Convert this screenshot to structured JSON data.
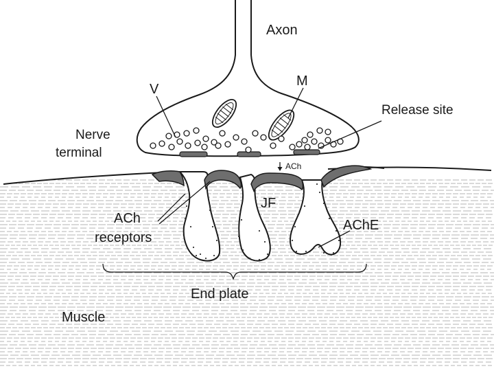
{
  "labels": {
    "axon": "Axon",
    "vesicle": "V",
    "mitochondrion": "M",
    "release_site": "Release site",
    "nerve_terminal_line1": "Nerve",
    "nerve_terminal_line2": "terminal",
    "ach": "ACh",
    "junctional_fold": "JF",
    "ach_receptors_line1": "ACh",
    "ach_receptors_line2": "receptors",
    "ache": "AChE",
    "end_plate": "End plate",
    "muscle": "Muscle"
  },
  "colors": {
    "ink": "#1a1a1a",
    "receptor_band": "#6e6e6e",
    "background": "#ffffff"
  }
}
